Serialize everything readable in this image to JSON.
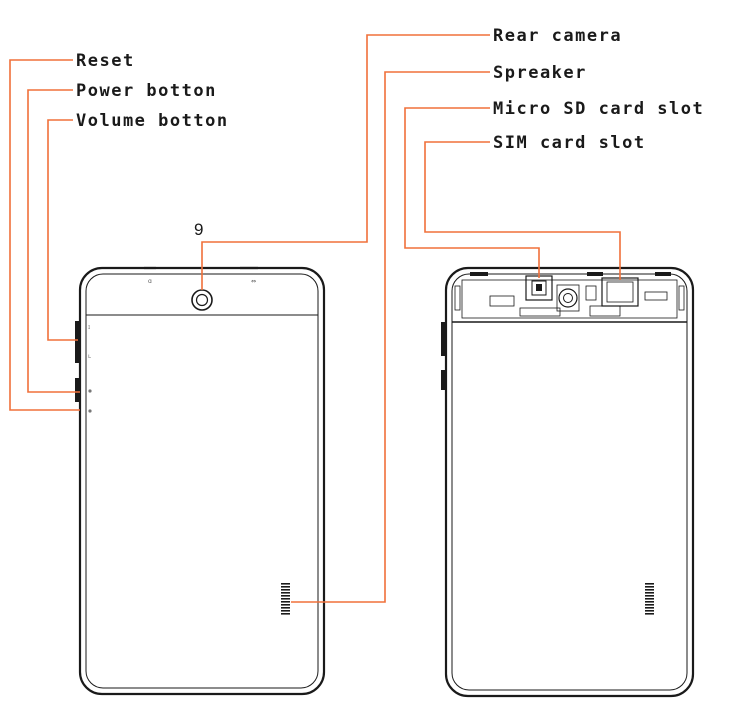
{
  "labels": {
    "reset": "Reset",
    "power": "Power botton",
    "volume": "Volume botton",
    "rear_camera": "Rear camera",
    "speaker": "Spreaker",
    "micro_sd": "Micro SD card slot",
    "sim": "SIM card slot"
  },
  "callout_number": "9",
  "colors": {
    "leader_line": "#f0703a",
    "outline": "#1a1a1a"
  }
}
